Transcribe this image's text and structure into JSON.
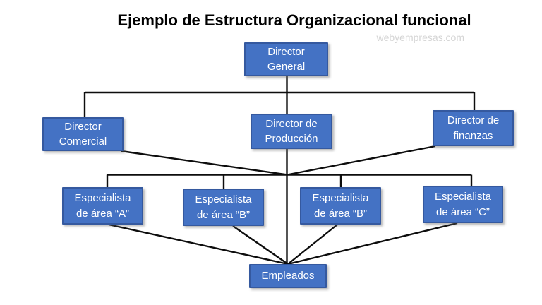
{
  "title": "Ejemplo de Estructura Organizacional funcional",
  "watermark": "webyempresas.com",
  "nodes": {
    "director_general": {
      "label": "Director\nGeneral",
      "level": 1
    },
    "director_comercial": {
      "label": "Director\nComercial",
      "level": 2
    },
    "director_produccion": {
      "label": "Director de\nProducción",
      "level": 2
    },
    "director_finanzas": {
      "label": "Director de\nfinanzas",
      "level": 2
    },
    "especialista_a": {
      "label": "Especialista\nde área “A”",
      "level": 3
    },
    "especialista_b1": {
      "label": "Especialista\nde área “B”",
      "level": 3
    },
    "especialista_b2": {
      "label": "Especialista\nde área “B”",
      "level": 3
    },
    "especialista_c": {
      "label": "Especialista\nde área “C”",
      "level": 3
    },
    "empleados": {
      "label": "Empleados",
      "level": 4
    }
  },
  "hierarchy": {
    "level1": [
      "Director General"
    ],
    "level2": [
      "Director Comercial",
      "Director de Producción",
      "Director de finanzas"
    ],
    "level3": [
      "Especialista de área “A”",
      "Especialista de área “B”",
      "Especialista de área “B”",
      "Especialista de área “C”"
    ],
    "level4": [
      "Empleados"
    ]
  },
  "colors": {
    "box_fill": "#4472C4",
    "box_border": "#35599F",
    "box_text": "#FFFFFF",
    "connector": "#0D0D0D",
    "title": "#000000",
    "watermark": "#D5D5D5",
    "background": "#FFFFFF"
  }
}
